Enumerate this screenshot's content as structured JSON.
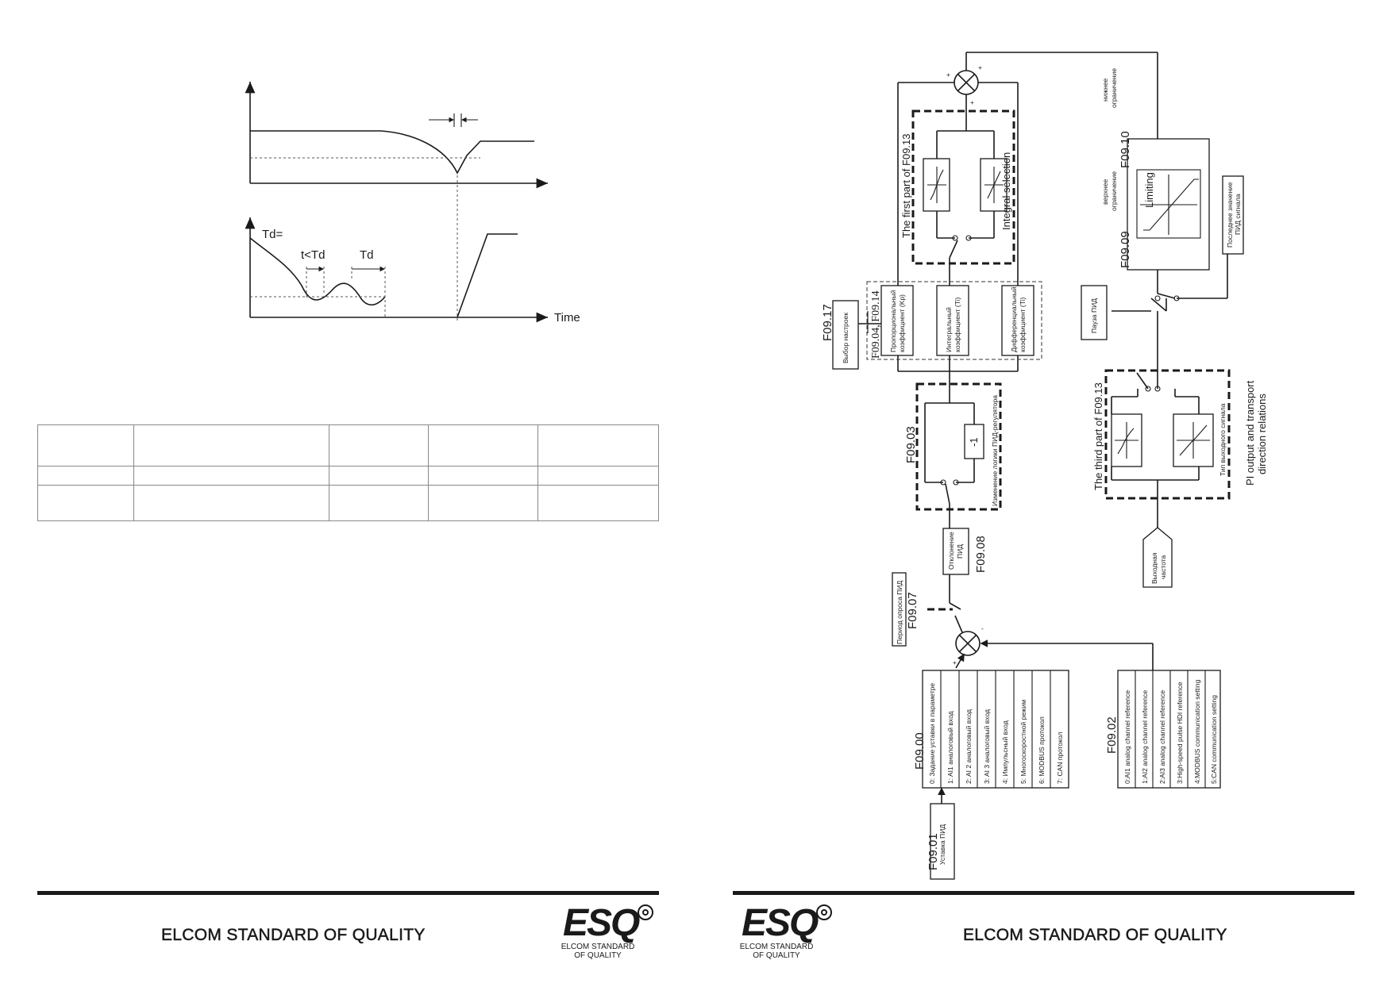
{
  "chart": {
    "label_td_eq": "Td=",
    "label_t_lt_td": "t<Td",
    "label_td": "Td",
    "label_time": "Time"
  },
  "table": {
    "rows": [
      [
        "",
        "",
        "",
        "",
        ""
      ],
      [
        "",
        "",
        "",
        "",
        ""
      ],
      [
        "",
        "",
        "",
        "",
        ""
      ]
    ]
  },
  "diagram": {
    "f0900_code": "F09.00",
    "f0900_items": [
      "0: Задание уставки в параметре",
      "1: AI1 аналоговый вход",
      "2: AI 2 аналоговый вход",
      "3: AI 3 аналоговый вход",
      "4: Импульсный вход",
      "5: Многоскоростной режим",
      "6: MODBUS протокол",
      "7: CAN протокол"
    ],
    "f0901_code": "F09.01",
    "f0901_label": "Уставка ПИД",
    "f0902_code": "F09.02",
    "f0902_items": [
      "0:AI1 analog channel reference",
      "1:AI2 analog channel reference",
      "2:AI3 analog channel reference",
      "3:High-speed pulse HDI reference",
      "4:MODBUS communication setting",
      "5:CAN communication setting"
    ],
    "f0907_code": "F09.07",
    "f0907_label": "Период опроса ПИД",
    "f0908_code": "F09.08",
    "f0908_label_1": "Отклонение",
    "f0908_label_2": "ПИД",
    "f0903_code": "F09.03",
    "f0903_label": "Изменение логики ПИД-регулятора",
    "minus_one": "-1",
    "f0917_code": "F09.17",
    "f0917_label": "Выбор настроек",
    "f0904_code": "F09.04,  F09.14",
    "kp_1": "Пропорциональный",
    "kp_2": "коэффициент (Kp)",
    "ti_1": "Интегральный",
    "ti_2": "коэффициент (Ti)",
    "td_1": "Дифференциальный",
    "td_2": "коэффициент (Ti)",
    "first_part": "The first part of F09.13",
    "integral_selection": "Integral selection",
    "f0909_code": "F09.09",
    "f0909_label_1": "верхнее",
    "f0909_label_2": "ограничение",
    "f0910_code": "F09.10",
    "f0910_label_1": "нижнее",
    "f0910_label_2": "ограничение",
    "limiting": "Limiting",
    "last_value_1": "Последнее значение",
    "last_value_2": "ПИД сигнала",
    "pause": "Пауза ПИД",
    "third_part": "The third part of F09.13",
    "output_type": "Тип выходного сигнала",
    "pi_output_1": "PI output and transport",
    "pi_output_2": "direction relations",
    "out_freq_1": "Выходная",
    "out_freq_2": "частота",
    "plus": "+",
    "minus": "-"
  },
  "footer": {
    "title": "ELCOM STANDARD OF QUALITY",
    "logo_mark": "ESQ",
    "logo_sub_1": "ELCOM STANDARD",
    "logo_sub_2": "OF QUALITY"
  }
}
